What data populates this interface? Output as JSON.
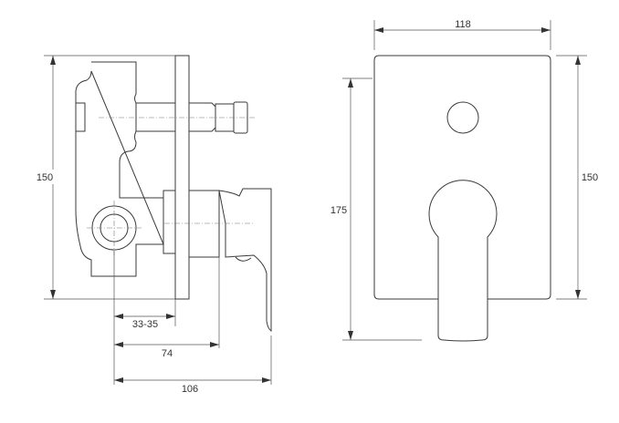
{
  "side_view": {
    "dim_height": "150",
    "dim_depth_wall": "33-35",
    "dim_depth_body": "74",
    "dim_depth_total": "106"
  },
  "front_view": {
    "dim_width": "118",
    "dim_plate_height": "150",
    "dim_total_height": "175"
  }
}
